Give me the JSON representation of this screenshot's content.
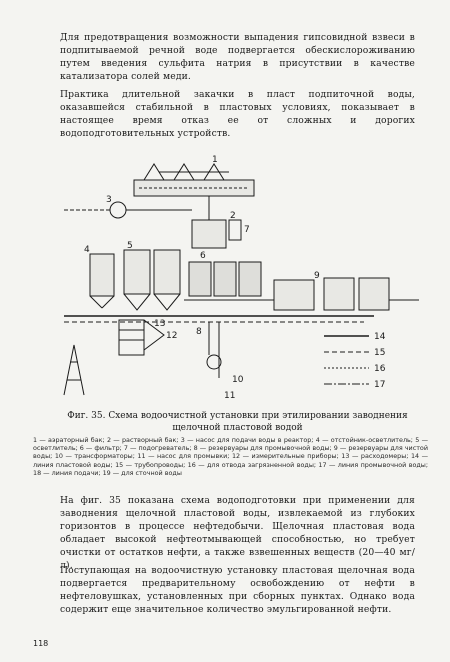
{
  "paragraphs": {
    "p1": "Для предотвращения возможности выпадения гипсовидной взвеси в подпитываемой речной воде подвергается обескислороживанию путем введения сульфита натрия в присутствии в качестве катализатора солей меди.",
    "p2": "Практика длительной закачки в пласт подпиточной воды, оказавшейся стабильной в пластовых условиях, показывает в настоящее время отказ ее от сложных и дорогих водоподготовительных устройств.",
    "p3": "На фиг. 35 показана схема водоподготовки при применении для заводнения щелочной пластовой воды, извлекаемой из глубоких горизонтов в процессе нефтедобычи. Щелочная пластовая вода обладает высокой нефтеотмывающей способностью, но требует очистки от остатков нефти, а также взвешенных веществ (20—40 мг/л).",
    "p4": "Поступающая на водоочистную установку пластовая щелочная вода подвергается предварительному освобождению от нефти в нефтеловушках, установленных при сборных пунктах. Однако вода содержит еще значительное количество эмульгированной нефти."
  },
  "figure": {
    "caption": "Фиг. 35. Схема водоочистной установки при этилировании заводнения щелочной пластовой водой",
    "legend_text": "1 — аэраторный бак; 2 — растворный бак; 3 — насос для подачи воды в реактор; 4 — отстойник-осветлитель; 5 — осветлитель; 6 — фильтр; 7 — подогреватель; 8 — резервуары для промывочной воды; 9 — резервуары для чистой воды; 10 — трансформаторы; 11 — насос для промывки; 12 — измерительные приборы; 13 — расходомеры; 14 — линия пластовой воды; 15 — трубопроводы; 16 — для отвода загрязненной воды; 17 — линия промывочной воды; 18 — линия подачи; 19 — для сточной воды",
    "labels": {
      "n1": "1",
      "n2": "2",
      "n3": "3",
      "n4": "4",
      "n5": "5",
      "n6": "6",
      "n7": "7",
      "n8": "8",
      "n9": "9",
      "n10": "10",
      "n11": "11",
      "n12": "12",
      "n13": "13",
      "n14": "14",
      "n15": "15",
      "n16": "16",
      "n17": "17"
    }
  },
  "page_number": "118"
}
